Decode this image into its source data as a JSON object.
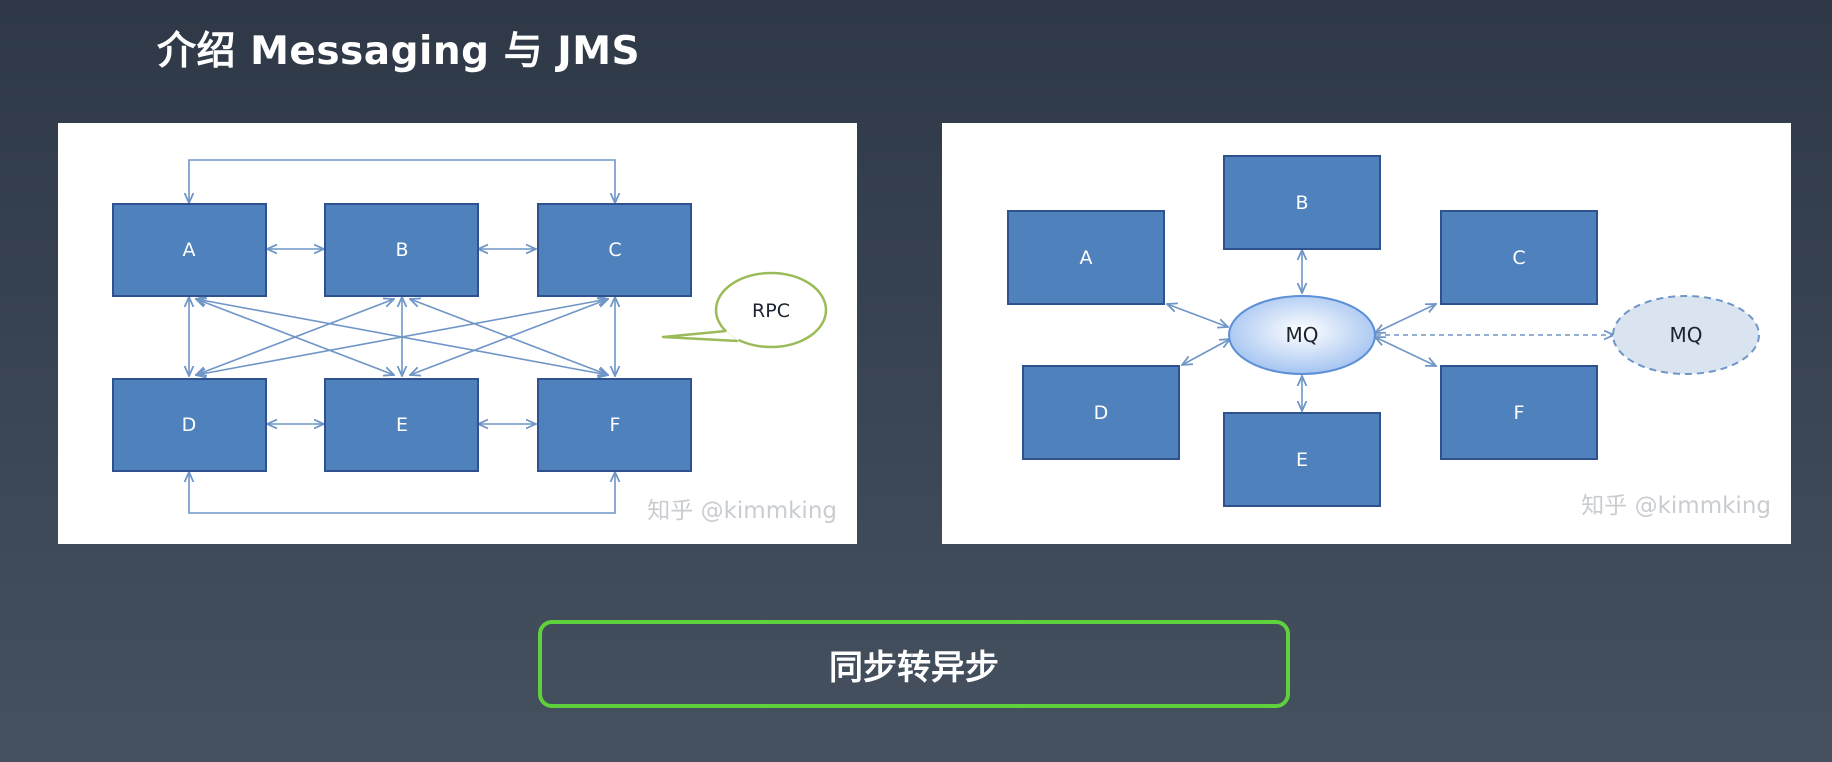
{
  "title": "介绍 Messaging 与 JMS",
  "left_diagram": {
    "nodes": [
      "A",
      "B",
      "C",
      "D",
      "E",
      "F"
    ],
    "callout": "RPC",
    "watermark": "知乎 @kimmking"
  },
  "right_diagram": {
    "nodes": [
      "A",
      "B",
      "C",
      "D",
      "E",
      "F"
    ],
    "hub": "MQ",
    "secondary_hub": "MQ",
    "watermark": "知乎 @kimmking"
  },
  "cta_label": "同步转异步",
  "colors": {
    "node_fill": "#4f81bd",
    "node_border": "#2f528f",
    "connector": "#6f96c6",
    "callout_border": "#9bbb59",
    "cta_border": "#5fd13c"
  }
}
